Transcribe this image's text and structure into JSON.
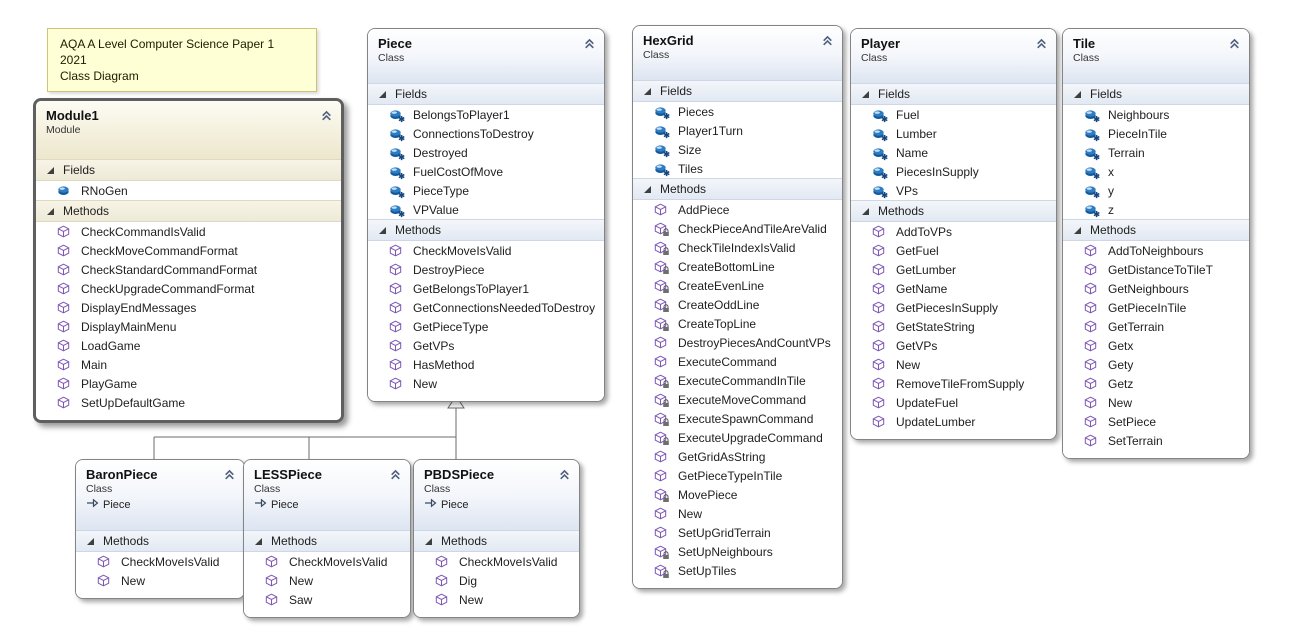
{
  "note": {
    "line1": "AQA A Level Computer Science Paper 1 2021",
    "line2": "Class Diagram"
  },
  "colors": {
    "class_header": "#dde5f2",
    "module_header": "#ece7cd",
    "field_icon_blue": "#2f7cc1",
    "method_icon_purple": "#7e57b5",
    "note_bg": "#ffffd6"
  },
  "classes": [
    {
      "title": "Module1",
      "kind": "Module",
      "sections": [
        {
          "label": "Fields",
          "members": [
            {
              "name": "RNoGen",
              "kind": "field",
              "access": "public"
            }
          ]
        },
        {
          "label": "Methods",
          "members": [
            {
              "name": "CheckCommandIsValid",
              "kind": "method",
              "access": "public"
            },
            {
              "name": "CheckMoveCommandFormat",
              "kind": "method",
              "access": "public"
            },
            {
              "name": "CheckStandardCommandFormat",
              "kind": "method",
              "access": "public"
            },
            {
              "name": "CheckUpgradeCommandFormat",
              "kind": "method",
              "access": "public"
            },
            {
              "name": "DisplayEndMessages",
              "kind": "method",
              "access": "public"
            },
            {
              "name": "DisplayMainMenu",
              "kind": "method",
              "access": "public"
            },
            {
              "name": "LoadGame",
              "kind": "method",
              "access": "public"
            },
            {
              "name": "Main",
              "kind": "method",
              "access": "public"
            },
            {
              "name": "PlayGame",
              "kind": "method",
              "access": "public"
            },
            {
              "name": "SetUpDefaultGame",
              "kind": "method",
              "access": "public"
            }
          ]
        }
      ]
    },
    {
      "title": "Piece",
      "kind": "Class",
      "sections": [
        {
          "label": "Fields",
          "members": [
            {
              "name": "BelongsToPlayer1",
              "kind": "field",
              "access": "internal"
            },
            {
              "name": "ConnectionsToDestroy",
              "kind": "field",
              "access": "internal"
            },
            {
              "name": "Destroyed",
              "kind": "field",
              "access": "internal"
            },
            {
              "name": "FuelCostOfMove",
              "kind": "field",
              "access": "internal"
            },
            {
              "name": "PieceType",
              "kind": "field",
              "access": "internal"
            },
            {
              "name": "VPValue",
              "kind": "field",
              "access": "internal"
            }
          ]
        },
        {
          "label": "Methods",
          "members": [
            {
              "name": "CheckMoveIsValid",
              "kind": "method",
              "access": "public"
            },
            {
              "name": "DestroyPiece",
              "kind": "method",
              "access": "public"
            },
            {
              "name": "GetBelongsToPlayer1",
              "kind": "method",
              "access": "public"
            },
            {
              "name": "GetConnectionsNeededToDestroy",
              "kind": "method",
              "access": "public"
            },
            {
              "name": "GetPieceType",
              "kind": "method",
              "access": "public"
            },
            {
              "name": "GetVPs",
              "kind": "method",
              "access": "public"
            },
            {
              "name": "HasMethod",
              "kind": "method",
              "access": "public"
            },
            {
              "name": "New",
              "kind": "method",
              "access": "public"
            }
          ]
        }
      ]
    },
    {
      "title": "HexGrid",
      "kind": "Class",
      "sections": [
        {
          "label": "Fields",
          "members": [
            {
              "name": "Pieces",
              "kind": "field",
              "access": "internal"
            },
            {
              "name": "Player1Turn",
              "kind": "field",
              "access": "internal"
            },
            {
              "name": "Size",
              "kind": "field",
              "access": "internal"
            },
            {
              "name": "Tiles",
              "kind": "field",
              "access": "internal"
            }
          ]
        },
        {
          "label": "Methods",
          "members": [
            {
              "name": "AddPiece",
              "kind": "method",
              "access": "public"
            },
            {
              "name": "CheckPieceAndTileAreValid",
              "kind": "method",
              "access": "private"
            },
            {
              "name": "CheckTileIndexIsValid",
              "kind": "method",
              "access": "private"
            },
            {
              "name": "CreateBottomLine",
              "kind": "method",
              "access": "private"
            },
            {
              "name": "CreateEvenLine",
              "kind": "method",
              "access": "private"
            },
            {
              "name": "CreateOddLine",
              "kind": "method",
              "access": "private"
            },
            {
              "name": "CreateTopLine",
              "kind": "method",
              "access": "private"
            },
            {
              "name": "DestroyPiecesAndCountVPs",
              "kind": "method",
              "access": "public"
            },
            {
              "name": "ExecuteCommand",
              "kind": "method",
              "access": "public"
            },
            {
              "name": "ExecuteCommandInTile",
              "kind": "method",
              "access": "private"
            },
            {
              "name": "ExecuteMoveCommand",
              "kind": "method",
              "access": "private"
            },
            {
              "name": "ExecuteSpawnCommand",
              "kind": "method",
              "access": "private"
            },
            {
              "name": "ExecuteUpgradeCommand",
              "kind": "method",
              "access": "private"
            },
            {
              "name": "GetGridAsString",
              "kind": "method",
              "access": "public"
            },
            {
              "name": "GetPieceTypeInTile",
              "kind": "method",
              "access": "public"
            },
            {
              "name": "MovePiece",
              "kind": "method",
              "access": "private"
            },
            {
              "name": "New",
              "kind": "method",
              "access": "public"
            },
            {
              "name": "SetUpGridTerrain",
              "kind": "method",
              "access": "public"
            },
            {
              "name": "SetUpNeighbours",
              "kind": "method",
              "access": "private"
            },
            {
              "name": "SetUpTiles",
              "kind": "method",
              "access": "private"
            }
          ]
        }
      ]
    },
    {
      "title": "Player",
      "kind": "Class",
      "sections": [
        {
          "label": "Fields",
          "members": [
            {
              "name": "Fuel",
              "kind": "field",
              "access": "internal"
            },
            {
              "name": "Lumber",
              "kind": "field",
              "access": "internal"
            },
            {
              "name": "Name",
              "kind": "field",
              "access": "internal"
            },
            {
              "name": "PiecesInSupply",
              "kind": "field",
              "access": "internal"
            },
            {
              "name": "VPs",
              "kind": "field",
              "access": "internal"
            }
          ]
        },
        {
          "label": "Methods",
          "members": [
            {
              "name": "AddToVPs",
              "kind": "method",
              "access": "public"
            },
            {
              "name": "GetFuel",
              "kind": "method",
              "access": "public"
            },
            {
              "name": "GetLumber",
              "kind": "method",
              "access": "public"
            },
            {
              "name": "GetName",
              "kind": "method",
              "access": "public"
            },
            {
              "name": "GetPiecesInSupply",
              "kind": "method",
              "access": "public"
            },
            {
              "name": "GetStateString",
              "kind": "method",
              "access": "public"
            },
            {
              "name": "GetVPs",
              "kind": "method",
              "access": "public"
            },
            {
              "name": "New",
              "kind": "method",
              "access": "public"
            },
            {
              "name": "RemoveTileFromSupply",
              "kind": "method",
              "access": "public"
            },
            {
              "name": "UpdateFuel",
              "kind": "method",
              "access": "public"
            },
            {
              "name": "UpdateLumber",
              "kind": "method",
              "access": "public"
            }
          ]
        }
      ]
    },
    {
      "title": "Tile",
      "kind": "Class",
      "sections": [
        {
          "label": "Fields",
          "members": [
            {
              "name": "Neighbours",
              "kind": "field",
              "access": "internal"
            },
            {
              "name": "PieceInTile",
              "kind": "field",
              "access": "internal"
            },
            {
              "name": "Terrain",
              "kind": "field",
              "access": "internal"
            },
            {
              "name": "x",
              "kind": "field",
              "access": "internal"
            },
            {
              "name": "y",
              "kind": "field",
              "access": "internal"
            },
            {
              "name": "z",
              "kind": "field",
              "access": "internal"
            }
          ]
        },
        {
          "label": "Methods",
          "members": [
            {
              "name": "AddToNeighbours",
              "kind": "method",
              "access": "public"
            },
            {
              "name": "GetDistanceToTileT",
              "kind": "method",
              "access": "public"
            },
            {
              "name": "GetNeighbours",
              "kind": "method",
              "access": "public"
            },
            {
              "name": "GetPieceInTile",
              "kind": "method",
              "access": "public"
            },
            {
              "name": "GetTerrain",
              "kind": "method",
              "access": "public"
            },
            {
              "name": "Getx",
              "kind": "method",
              "access": "public"
            },
            {
              "name": "Gety",
              "kind": "method",
              "access": "public"
            },
            {
              "name": "Getz",
              "kind": "method",
              "access": "public"
            },
            {
              "name": "New",
              "kind": "method",
              "access": "public"
            },
            {
              "name": "SetPiece",
              "kind": "method",
              "access": "public"
            },
            {
              "name": "SetTerrain",
              "kind": "method",
              "access": "public"
            }
          ]
        }
      ]
    },
    {
      "title": "BaronPiece",
      "kind": "Class",
      "inherits": "Piece",
      "sections": [
        {
          "label": "Methods",
          "members": [
            {
              "name": "CheckMoveIsValid",
              "kind": "method",
              "access": "public"
            },
            {
              "name": "New",
              "kind": "method",
              "access": "public"
            }
          ]
        }
      ]
    },
    {
      "title": "LESSPiece",
      "kind": "Class",
      "inherits": "Piece",
      "sections": [
        {
          "label": "Methods",
          "members": [
            {
              "name": "CheckMoveIsValid",
              "kind": "method",
              "access": "public"
            },
            {
              "name": "New",
              "kind": "method",
              "access": "public"
            },
            {
              "name": "Saw",
              "kind": "method",
              "access": "public"
            }
          ]
        }
      ]
    },
    {
      "title": "PBDSPiece",
      "kind": "Class",
      "inherits": "Piece",
      "sections": [
        {
          "label": "Methods",
          "members": [
            {
              "name": "CheckMoveIsValid",
              "kind": "method",
              "access": "public"
            },
            {
              "name": "Dig",
              "kind": "method",
              "access": "public"
            },
            {
              "name": "New",
              "kind": "method",
              "access": "public"
            }
          ]
        }
      ]
    }
  ]
}
